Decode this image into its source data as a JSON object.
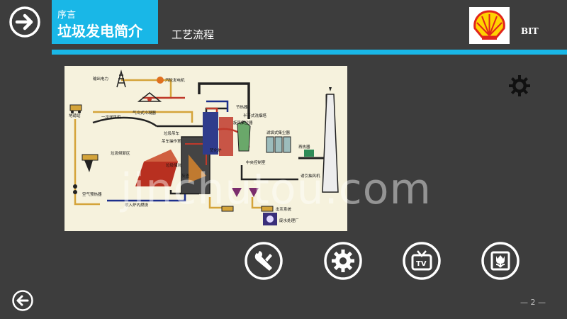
{
  "header": {
    "section_label": "序言",
    "title": "垃圾发电简介",
    "subtitle": "工艺流程",
    "brand_text": "BIT"
  },
  "icons": {
    "forward": "arrow-right-circle-icon",
    "settings": "gear-icon",
    "back": "arrow-left-circle-icon",
    "bottom_buttons": [
      "wrench-icon",
      "gear-icon",
      "tv-icon",
      "tulip-icon"
    ]
  },
  "diagram": {
    "labels": {
      "output_power": "输出电力",
      "turbine_generator": "汽轮发电机",
      "weighbridge": "地磅站",
      "primary_fan": "一次送风机",
      "air_cooled_condenser": "气冷式冷凝器",
      "garbage_crane": "垃圾吊车",
      "economizer": "节热器",
      "semi_dry_scrubber": "半干式洗烟塔",
      "cyclone_dust": "旋风集尘器",
      "bag_filter": "滤袋式集尘器",
      "reheater": "再热器",
      "garbage_pit": "垃圾倾卸区",
      "crane_room": "吊车操作室",
      "garbage_hopper": "垃圾储坑",
      "ash_conveyor": "灰渣",
      "incinerator": "焚化炉",
      "central_control": "中央控制室",
      "induced_fan": "诱引抽风机",
      "air_preheater": "空气预热器",
      "aux_burner": "喷入炉内燃烧",
      "ash_system": "出灰系统",
      "wastewater": "废水处理厂"
    }
  },
  "watermark": "jinchutou.com",
  "colors": {
    "background": "#3d3d3d",
    "accent": "#19b7e7"
  },
  "footer": {
    "page_number": "— 2 —"
  }
}
